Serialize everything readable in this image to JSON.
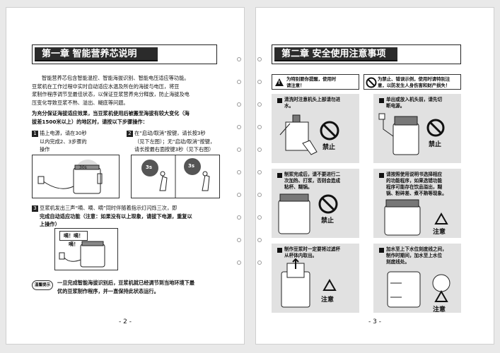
{
  "left_page": {
    "chapter_title": "第一章  智能营养芯说明",
    "intro_lines": [
      "智能营养芯包含智能温控、智能海拔识别、智能电压适应等功能。",
      "豆浆机在工作过程中实时自动适应水温及所在的海拔与电压，将豆",
      "浆制作程序调节至最佳状态，以保证豆浆营养充分释放，防止海拔及电",
      "压变化导致豆浆不熟、溢出、糊底等问题。"
    ],
    "notice_lines": [
      "为充分保证海拔适应效果，当豆浆机使用后被搬至海拔有较大变化（海",
      "拔差1500米以上）的地区时，请按以下步骤操作："
    ],
    "step1": {
      "num": "1",
      "lines": [
        "插上电源，请在30秒",
        "以内完成2、3步骤的",
        "操作"
      ]
    },
    "step2": {
      "num": "2",
      "lines": [
        "在“启动/取消”按键，请长按3秒",
        "（见下左图）；无“启动/取消”按键，",
        "请长按最右面按键3秒（见下右图）"
      ]
    },
    "step3": {
      "num": "3",
      "lines": [
        "豆浆机发出三声“嘀、嘀、嘀”同时伴随着指示灯闪烁三次，即",
        "完成自动适应功能（注意：如果没有以上现象，请拔下电源，重复以",
        "上操作）"
      ]
    },
    "hold_label": "3s",
    "beep_label": "嘀！嘀！嘀！",
    "tip_label": "温馨提示",
    "tip_lines": [
      "一旦完成智能海拔识别后，豆浆机就已经调节到当地环境下最",
      "优的豆浆制作程序，并一直保持此状态运行。"
    ],
    "page_number": "- 2 -"
  },
  "right_page": {
    "chapter_title": "第二章  安全使用注意事项",
    "warn_left": [
      "为特别要你提醒，使用时",
      "请注意！"
    ],
    "warn_right": [
      "为禁止、错误示例，使用时请特别注",
      "意，以防发生人身伤害和财产损失！"
    ],
    "cells": [
      {
        "lines": [
          "清洗时注意机头上部请勿进",
          "水。"
        ],
        "stamp": "禁止"
      },
      {
        "lines": [
          "单出或放入机头前，请先切",
          "断电源。"
        ],
        "stamp": "禁止"
      },
      {
        "lines": [
          "制浆完成后，请不要进行二",
          "次加热、打浆，否则会造成",
          "粘杯、糊锅。"
        ],
        "stamp": "禁止"
      },
      {
        "lines": [
          "请按照使用说明书选择相应",
          "的功能程序，如果选错功能",
          "程序可能存在饮品溢出，糊",
          "锅、粉碎差、煮不熟等现象。"
        ],
        "stamp": "注意"
      },
      {
        "lines": [
          "制作豆浆时一定要将过滤杯",
          "从杯体内取出。"
        ],
        "stamp": "注意"
      },
      {
        "lines": [
          "加水至上下水位刻度线之间，",
          "制作时期间，加水至上水位",
          "刻度线处。"
        ],
        "stamp": "注意"
      }
    ],
    "page_number": "- 3 -"
  }
}
